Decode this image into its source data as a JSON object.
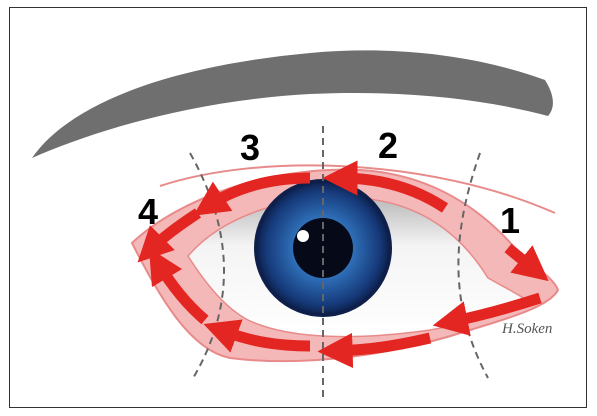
{
  "figure": {
    "segment_labels": [
      "1",
      "2",
      "3",
      "4"
    ],
    "signature": "H.Soken"
  },
  "colors": {
    "eyebrow": "#6f6f6f",
    "lid_band": "#f4b8b8",
    "lid_edge": "#e88a8a",
    "arrow": "#e32621",
    "iris_outer": "#0d1f4a",
    "iris_mid": "#2f6fb8",
    "pupil": "#060a18",
    "sclera": "#ffffff",
    "divider": "#666666"
  }
}
